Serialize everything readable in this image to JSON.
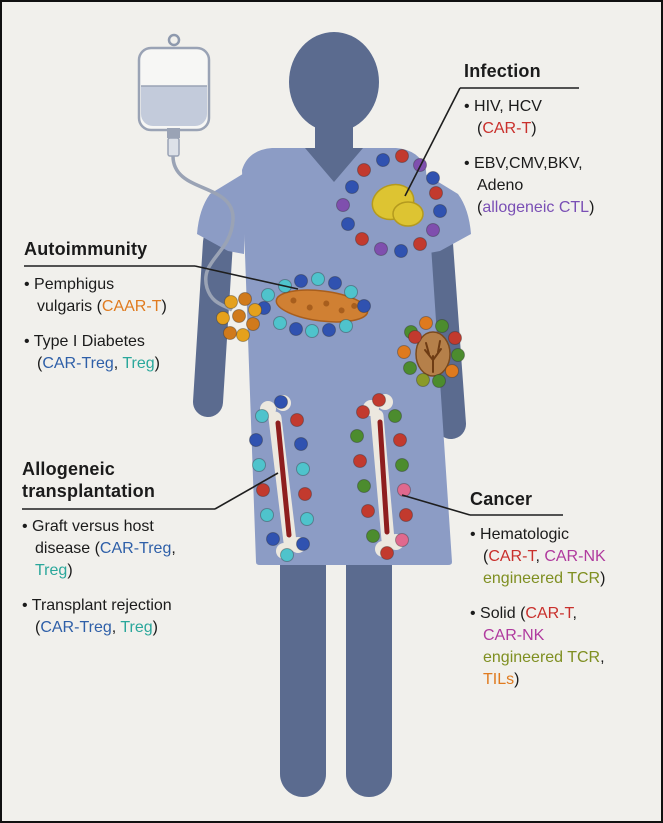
{
  "colors": {
    "red": "#c9302c",
    "purple": "#7a4fb5",
    "orange": "#e07b1f",
    "blue": "#2e5fa8",
    "teal": "#2aa79b",
    "magenta": "#b03a9e",
    "olive": "#7f8f21",
    "body": "#5b6b8f",
    "gown": "#8c9cc5",
    "background": "#f1f0ec"
  },
  "sections": {
    "infection": {
      "heading": "Infection",
      "items": [
        [
          [
            {
              "t": "• HIV, HCV"
            }
          ],
          [
            {
              "t": "("
            },
            {
              "t": "CAR-T",
              "c": "red"
            },
            {
              "t": ")"
            }
          ]
        ],
        [
          [
            {
              "t": "• EBV,CMV,BKV,"
            }
          ],
          [
            {
              "t": "Adeno"
            }
          ],
          [
            {
              "t": "("
            },
            {
              "t": "allogeneic CTL",
              "c": "purple"
            },
            {
              "t": ")"
            }
          ]
        ]
      ]
    },
    "autoimmunity": {
      "heading": "Autoimmunity",
      "items": [
        [
          [
            {
              "t": "• Pemphigus"
            }
          ],
          [
            {
              "t": "vulgaris ("
            },
            {
              "t": "CAAR-T",
              "c": "orange"
            },
            {
              "t": ")"
            }
          ]
        ],
        [
          [
            {
              "t": "• Type I Diabetes"
            }
          ],
          [
            {
              "t": "("
            },
            {
              "t": "CAR-Treg",
              "c": "blue"
            },
            {
              "t": ", "
            },
            {
              "t": "Treg",
              "c": "teal"
            },
            {
              "t": ")"
            }
          ]
        ]
      ]
    },
    "transplant": {
      "heading1": "Allogeneic",
      "heading2": "transplantation",
      "items": [
        [
          [
            {
              "t": "• Graft versus host"
            }
          ],
          [
            {
              "t": "disease ("
            },
            {
              "t": "CAR-Treg",
              "c": "blue"
            },
            {
              "t": ","
            }
          ],
          [
            {
              "t": "Treg",
              "c": "teal"
            },
            {
              "t": ")"
            }
          ]
        ],
        [
          [
            {
              "t": "• Transplant rejection"
            }
          ],
          [
            {
              "t": "("
            },
            {
              "t": "CAR-Treg",
              "c": "blue"
            },
            {
              "t": ", "
            },
            {
              "t": "Treg",
              "c": "teal"
            },
            {
              "t": ")"
            }
          ]
        ]
      ]
    },
    "cancer": {
      "heading": "Cancer",
      "items": [
        [
          [
            {
              "t": "• Hematologic"
            }
          ],
          [
            {
              "t": "("
            },
            {
              "t": "CAR-T",
              "c": "red"
            },
            {
              "t": ", "
            },
            {
              "t": "CAR-NK",
              "c": "magenta"
            }
          ],
          [
            {
              "t": "engineered TCR",
              "c": "olive"
            },
            {
              "t": ")"
            }
          ]
        ],
        [
          [
            {
              "t": "• Solid ("
            },
            {
              "t": "CAR-T",
              "c": "red"
            },
            {
              "t": ","
            }
          ],
          [
            {
              "t": "CAR-NK",
              "c": "magenta"
            }
          ],
          [
            {
              "t": "engineered TCR",
              "c": "olive"
            },
            {
              "t": ","
            }
          ],
          [
            {
              "t": "TILs",
              "c": "orange"
            },
            {
              "t": ")"
            }
          ]
        ]
      ]
    }
  }
}
